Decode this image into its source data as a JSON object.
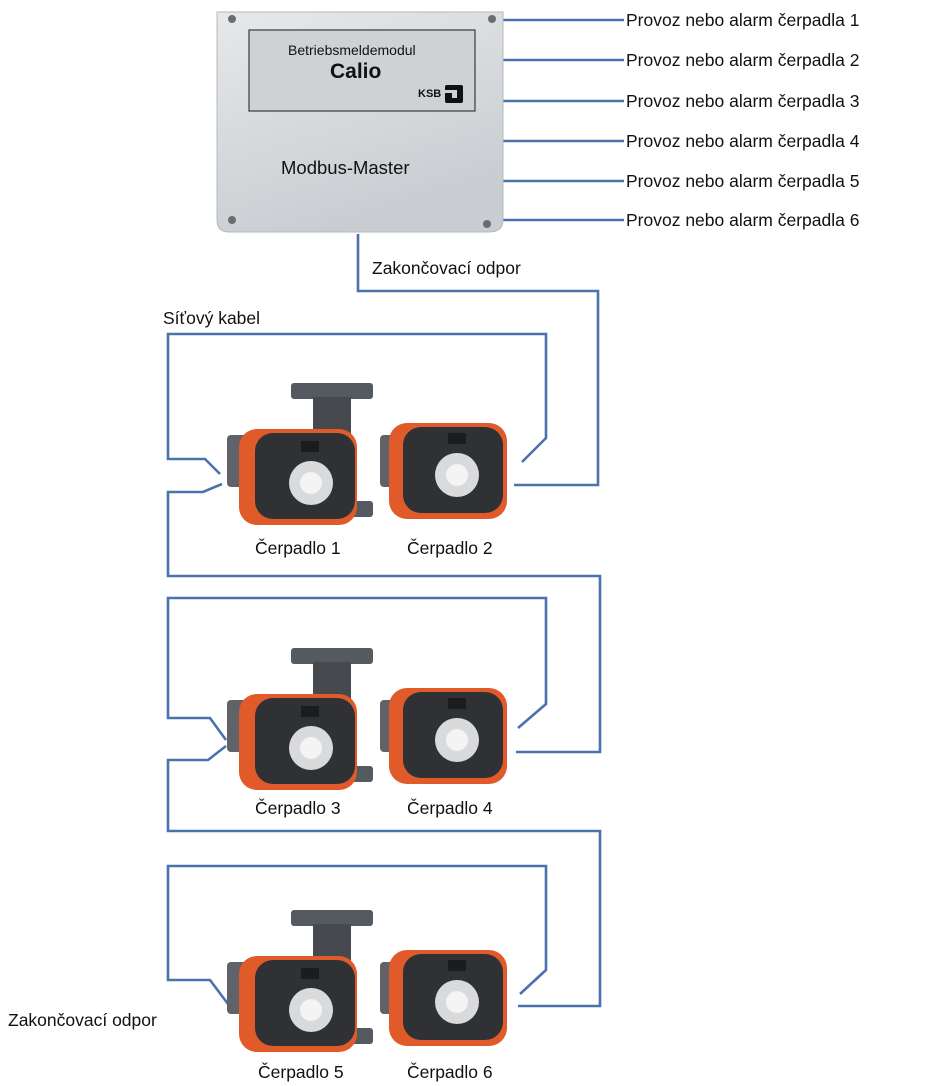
{
  "module": {
    "title": "Betriebsmeldemodul",
    "brand": "Calio",
    "maker": "KSB",
    "role": "Modbus-Master"
  },
  "alarms": [
    "Provoz nebo alarm čerpadla 1",
    "Provoz nebo alarm čerpadla 2",
    "Provoz nebo alarm čerpadla 3",
    "Provoz nebo alarm čerpadla 4",
    "Provoz nebo alarm čerpadla 5",
    "Provoz nebo alarm čerpadla 6"
  ],
  "labels": {
    "termination_top": "Zakončovací odpor",
    "network_cable": "Síťový kabel",
    "termination_bottom": "Zakončovací odpor"
  },
  "pumps": [
    "Čerpadlo 1",
    "Čerpadlo 2",
    "Čerpadlo 3",
    "Čerpadlo 4",
    "Čerpadlo 5",
    "Čerpadlo 6"
  ],
  "colors": {
    "wire": "#4a72ad",
    "pump_orange": "#e05a2a",
    "pump_body": "#555a60",
    "box": "#d9dcdf"
  }
}
